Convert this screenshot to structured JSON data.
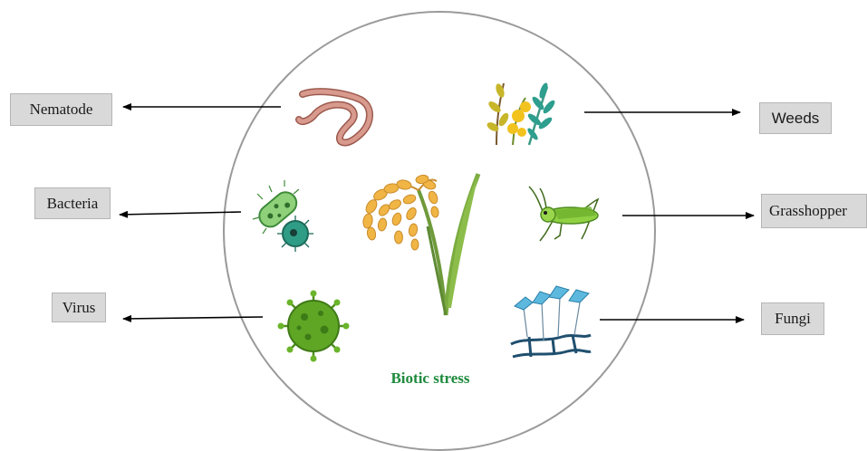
{
  "center_label": "Biotic stress",
  "colors": {
    "center_label": "#1e8a3c",
    "circle_stroke": "#9a9a9a",
    "label_box_fill": "#d9d9d9",
    "arrow": "#000000"
  },
  "left_items": [
    {
      "label": "Nematode",
      "icon": "nematode-worm-icon"
    },
    {
      "label": "Bacteria",
      "icon": "bacteria-icon"
    },
    {
      "label": "Virus",
      "icon": "virus-icon"
    }
  ],
  "right_items": [
    {
      "label": "Weeds",
      "icon": "weeds-plant-icon"
    },
    {
      "label": "Grasshopper",
      "icon": "grasshopper-icon"
    },
    {
      "label": "Fungi",
      "icon": "fungi-icon"
    }
  ],
  "center_icon": "rice-plant-icon"
}
